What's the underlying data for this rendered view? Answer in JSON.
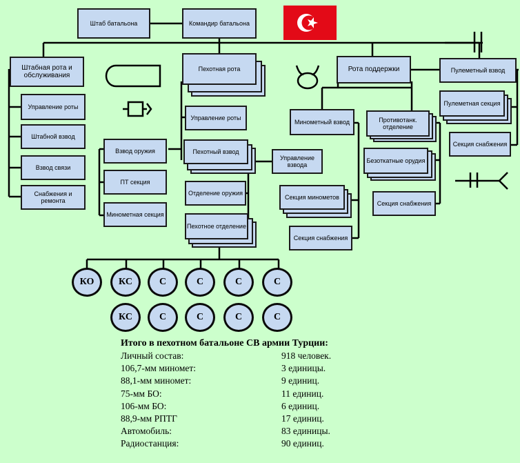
{
  "colors": {
    "background": "#ccffcc",
    "box_fill": "#c6d9f1",
    "line": "#000000",
    "flag_red": "#e30a17"
  },
  "flag": {
    "name": "turkey-flag"
  },
  "boxes": {
    "hq_staff": "Штаб батальона",
    "commander": "Командир батальона",
    "hq_company": "Штабная рота и обслуживания",
    "company_mgmt": "Управление роты",
    "staff_platoon": "Штабной взвод",
    "comms_platoon": "Взвод связи",
    "supply_repair": "Снабжения и ремонта",
    "infantry_company": "Пехотная рота",
    "rifle_company_mgmt": "Управление роты",
    "weapons_platoon": "Взвод оружия",
    "at_section": "ПТ секция",
    "mortar_section": "Минометная секция",
    "infantry_platoon": "Пехотный взвод",
    "platoon_mgmt": "Управление взвода",
    "weapons_squad": "Отделение оружия",
    "infantry_squad": "Пехотное отделение",
    "support_company": "Рота поддержки",
    "mortar_platoon": "Минометный взвод",
    "mortar_sections": "Секция минометов",
    "supply_section_a": "Секция снабжения",
    "antitank_squad": "Противотанк. отделение",
    "recoilless": "Безоткатные орудия",
    "supply_section_b": "Секция снабжения",
    "mg_platoon": "Пулеметный взвод",
    "mg_section": "Пулеметная секция",
    "supply_section_c": "Секция снабжения"
  },
  "circles_row1": [
    "КО",
    "КС",
    "С",
    "С",
    "С",
    "С"
  ],
  "circles_row2": [
    "КС",
    "С",
    "С",
    "С",
    "С"
  ],
  "summary": {
    "title": "Итого в пехотном батальоне СВ армии Турции:",
    "rows": [
      {
        "label": "Личный состав:",
        "value": "918 человек."
      },
      {
        "label": "106,7-мм миномет:",
        "value": "3 единицы."
      },
      {
        "label": "88,1-мм миномет:",
        "value": "9 единиц."
      },
      {
        "label": "75-мм БО:",
        "value": "11 единиц."
      },
      {
        "label": "106-мм БО:",
        "value": "6 единиц."
      },
      {
        "label": "88,9-мм РПТГ",
        "value": "17 единиц."
      },
      {
        "label": "Автомобиль:",
        "value": "83 единицы."
      },
      {
        "label": "Радиостанция:",
        "value": "90 единиц."
      }
    ]
  }
}
